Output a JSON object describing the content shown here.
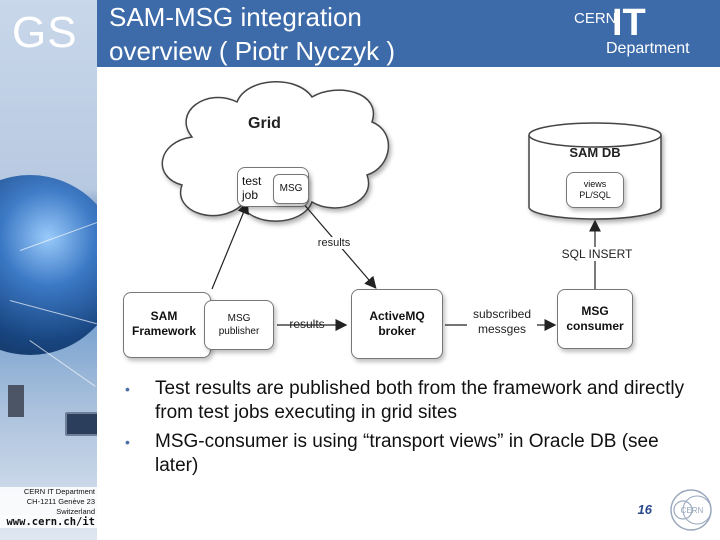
{
  "sidebar": {
    "logo": "GS",
    "address_lines": [
      "CERN IT Department",
      "CH-1211 Genève 23",
      "Switzerland"
    ],
    "url": "www.cern.ch/it"
  },
  "header": {
    "title_line1": "SAM-MSG integration",
    "title_line2": "overview ( Piotr Nyczyk )",
    "logo_cern": "CERN",
    "logo_it": "IT",
    "logo_department": "Department"
  },
  "diagram": {
    "grid_label": "Grid",
    "test_job_line1": "test",
    "test_job_line2": "job",
    "msg_label": "MSG",
    "results_grid": "results",
    "sam_framework_line1": "SAM",
    "sam_framework_line2": "Framework",
    "msg_publisher_line1": "MSG",
    "msg_publisher_line2": "publisher",
    "results_framework": "results",
    "activemq_line1": "ActiveMQ",
    "activemq_line2": "broker",
    "subscribed_line1": "subscribed",
    "subscribed_line2": "messges",
    "msg_consumer_line1": "MSG",
    "msg_consumer_line2": "consumer",
    "sql_insert": "SQL INSERT",
    "sam_db": "SAM DB",
    "views_line1": "views",
    "views_line2": "PL/SQL"
  },
  "bullets": [
    "Test results are published both from the framework and directly from test jobs executing in grid sites",
    "MSG-consumer is using “transport views” in Oracle DB (see later)"
  ],
  "page_number": "16",
  "colors": {
    "header": "#3d6aa8",
    "bullet": "#4c6fa5",
    "page_number": "#2a4a8c"
  }
}
